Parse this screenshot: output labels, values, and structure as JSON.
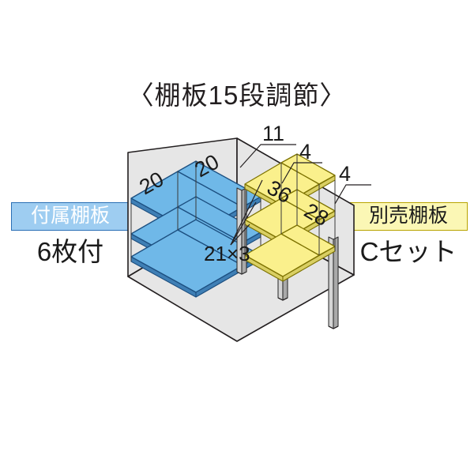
{
  "title": "〈棚板15段調節〉",
  "labels": {
    "left": {
      "badge": "付属棚板",
      "sub": "6枚付",
      "badge_bg": "#9ecdf1",
      "badge_border": "#2a6fb5",
      "badge_text_color": "#ffffff"
    },
    "right": {
      "badge": "別売棚板",
      "sub": "Cセット",
      "badge_bg": "#fbf7b5",
      "badge_border": "#b8a400",
      "badge_text_color": "#1a1a1a"
    }
  },
  "diagram": {
    "type": "isometric-shelf-layout",
    "included_shelf_color": "#6fb8e8",
    "optional_shelf_color": "#faf08c",
    "wall_color": "#e6e6e6",
    "floor_color": "#e6e6e6",
    "outline_color": "#231f20",
    "dimensions": {
      "blue_left": "20",
      "blue_right": "20",
      "post_gap_top": "11",
      "gap_a": "4",
      "yellow_left": "36",
      "yellow_right": "28",
      "gap_b": "4",
      "shelf_spacing": "21×3"
    },
    "included_shelves": {
      "rows": 3,
      "columns": 2,
      "count": 6
    },
    "optional_shelves": {
      "rows": 3,
      "columns": 2,
      "count": 6
    }
  }
}
